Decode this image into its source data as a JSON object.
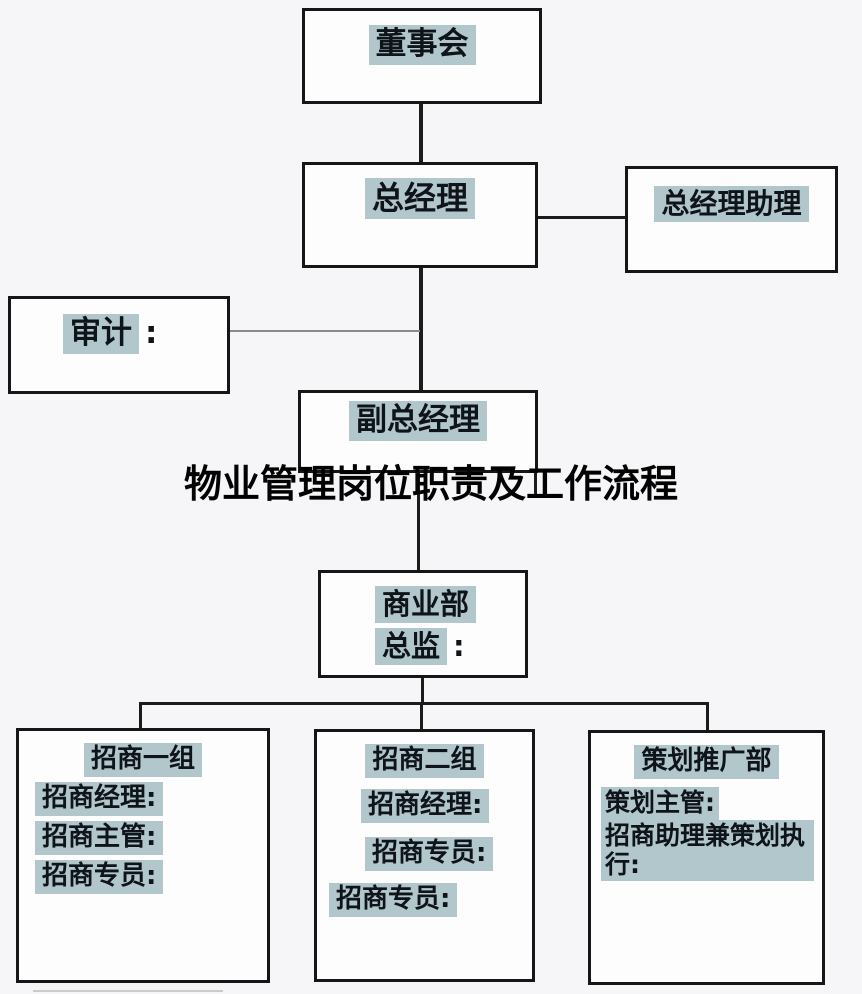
{
  "title_overlay": "物业管理岗位职责及工作流程",
  "org_chart": {
    "board": {
      "label": "董事会"
    },
    "general_manager": {
      "label": "总经理"
    },
    "gm_assistant": {
      "label": "总经理助理"
    },
    "audit": {
      "label": "审计",
      "colon": ":"
    },
    "deputy_gm": {
      "label": "副总经理"
    },
    "commercial_director": {
      "line1": "商业部",
      "line2": "总监",
      "colon": ":"
    },
    "group1": {
      "title": "招商一组",
      "items": [
        "招商经理:",
        "招商主管:",
        "招商专员:"
      ]
    },
    "group2": {
      "title": "招商二组",
      "items": [
        "招商经理:",
        "招商专员:",
        "招商专员:"
      ]
    },
    "planning_dept": {
      "title": "策划推广部",
      "role_label": "策划主管:",
      "role_value": "招商助理兼策划执行:"
    }
  },
  "colors": {
    "highlight": "#b2c7cb",
    "connector": "#1b1b1b",
    "audit_connector": "#8a8a8a",
    "background": "#f6f5f8"
  }
}
